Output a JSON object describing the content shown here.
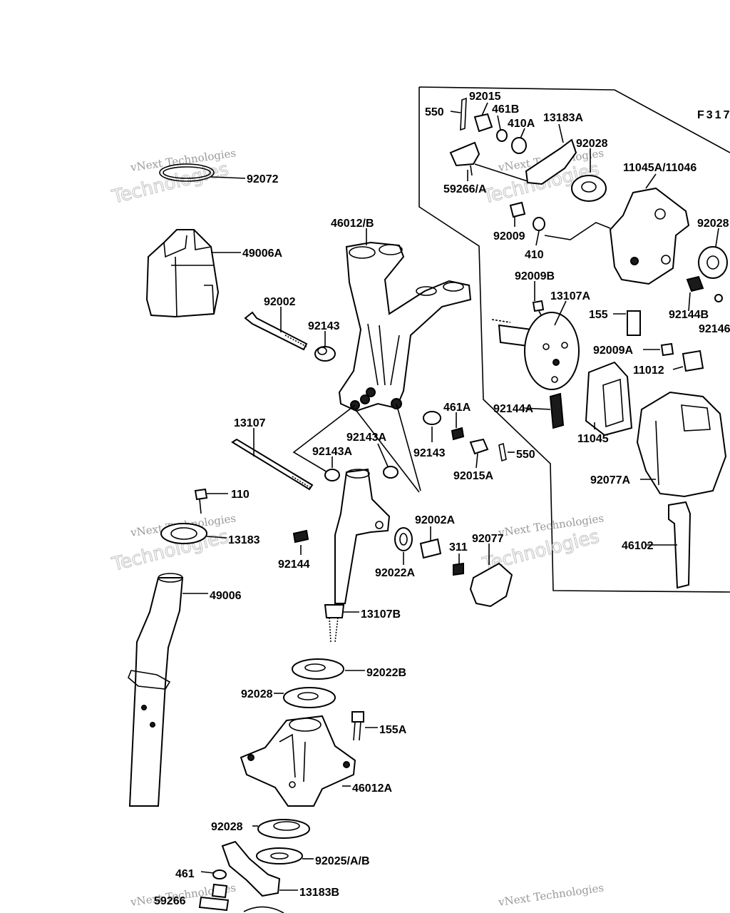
{
  "figure_code": "F317",
  "watermark": {
    "line1": "vNext Technologies",
    "line2": "Technologies"
  },
  "labels": [
    "92072",
    "49006A",
    "46012/B",
    "92002",
    "92143",
    "13107",
    "92143A",
    "92143A",
    "461A",
    "92143",
    "92015A",
    "550",
    "110",
    "13183",
    "92144",
    "49006",
    "13107B",
    "92002A",
    "92022A",
    "311",
    "92077",
    "92022B",
    "92028",
    "155A",
    "46012A",
    "92028",
    "92025/A/B",
    "461",
    "13183B",
    "59266",
    "550",
    "92015",
    "461B",
    "410A",
    "13183A",
    "92028",
    "11045A/11046",
    "59266/A",
    "92009",
    "410",
    "92028",
    "92009B",
    "13107A",
    "155",
    "92144B",
    "92146",
    "92009A",
    "11012",
    "92144A",
    "11045",
    "92077A",
    "46102"
  ]
}
